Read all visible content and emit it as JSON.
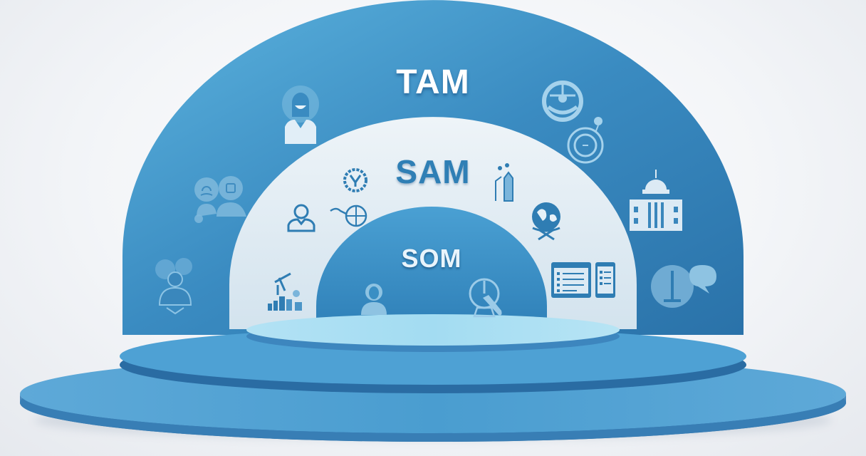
{
  "diagram": {
    "type": "nested-semicircle-market-sizing",
    "levels": [
      {
        "id": "tam",
        "label": "TAM",
        "order": "outer",
        "color": "#3b8bc2",
        "icons": [
          "smiling-person-icon",
          "two-people-chat-icon",
          "thinking-person-icon",
          "gear-wheel-icon",
          "target-circle-icon",
          "government-building-icon",
          "justice-scale-speech-icon"
        ]
      },
      {
        "id": "sam",
        "label": "SAM",
        "order": "middle",
        "color": "#dfeaf2",
        "icons": [
          "gear-badge-icon",
          "user-profile-icon",
          "dna-turtle-icon",
          "wind-turbine-city-icon",
          "growth-tower-icon",
          "globe-stand-icon",
          "tablet-phone-list-icon"
        ]
      },
      {
        "id": "som",
        "label": "SOM",
        "order": "inner",
        "color": "#3a8fc4",
        "icons": [
          "person-avatar-icon",
          "hand-gauge-icon"
        ]
      }
    ],
    "base": {
      "tiers": 3,
      "colors": {
        "outer": "#4a98cc",
        "middle": "#4a9fd3",
        "inner": "#a9dcf0"
      }
    },
    "background": "#f2f4f7"
  }
}
